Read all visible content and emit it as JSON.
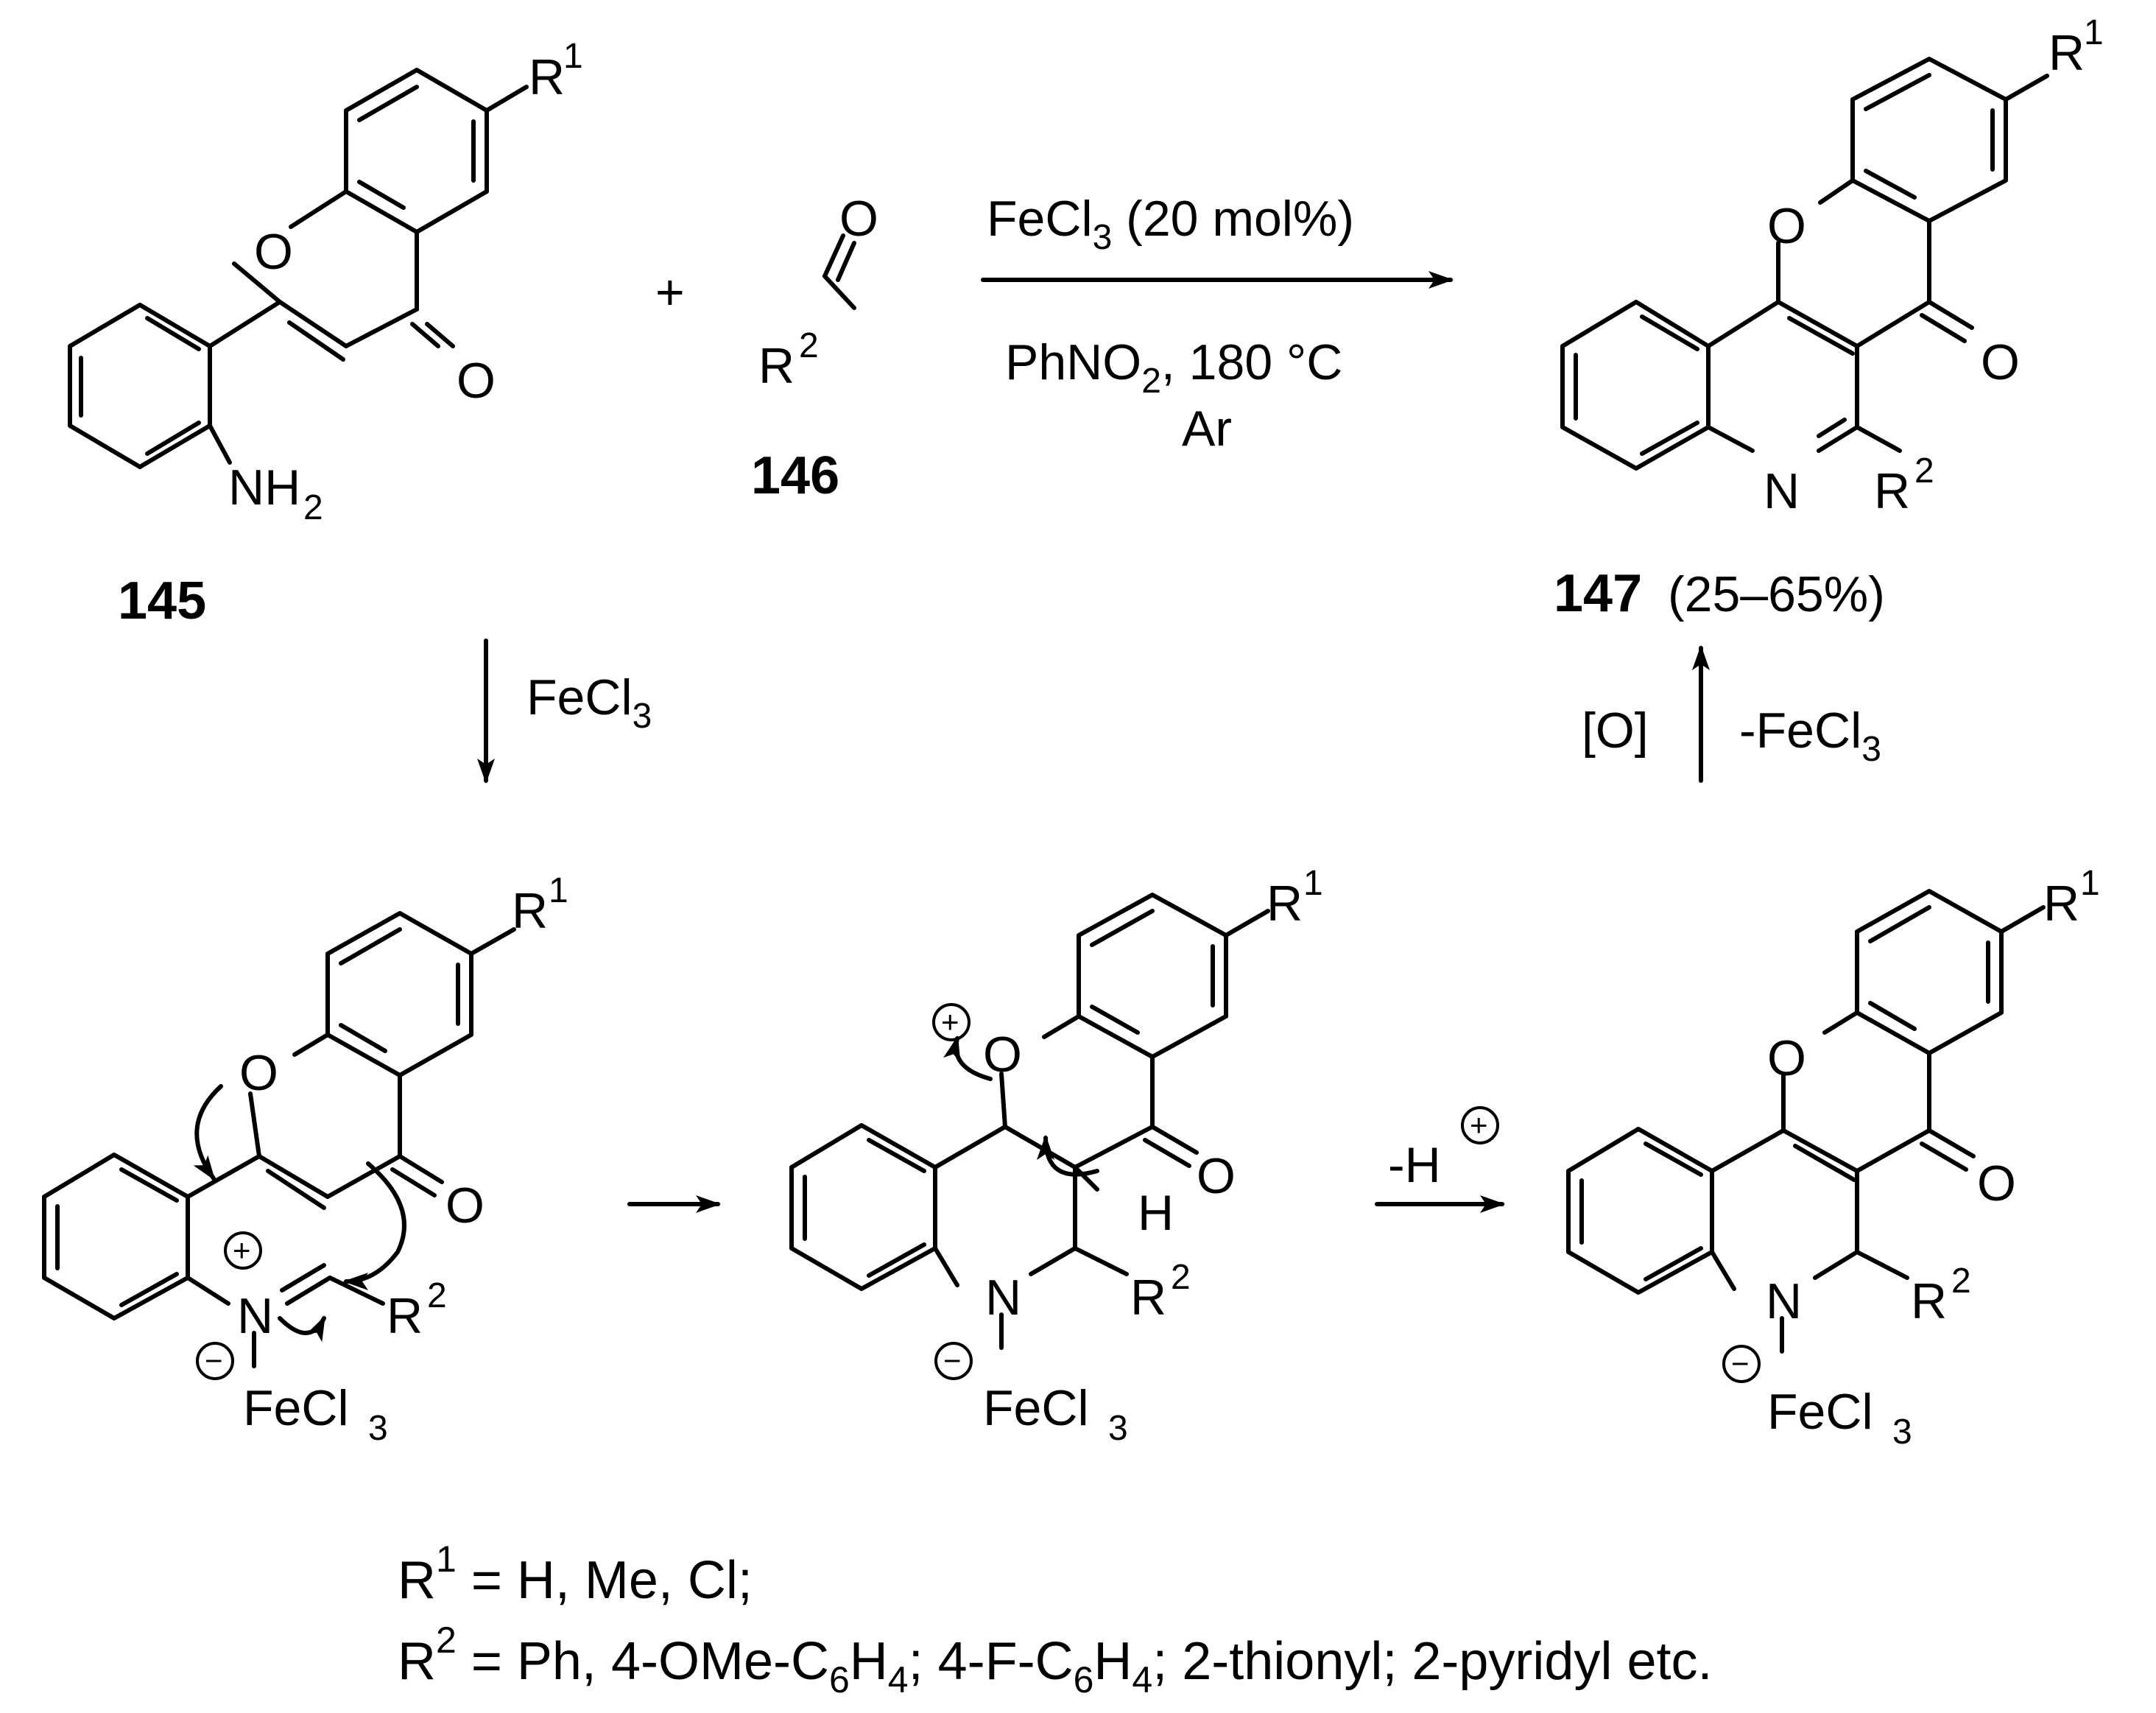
{
  "labels": {
    "r1": "R",
    "r1_sup": "1",
    "r2": "R",
    "r2_sup": "2",
    "o": "O",
    "n": "N",
    "h": "H",
    "nh": "NH",
    "nh_sub": "2",
    "plus": "+",
    "minus": "−",
    "fe": "FeCl",
    "fe_sub": "3"
  },
  "compounds": {
    "c145": "145",
    "c146": "146",
    "c147": "147",
    "c147_yield": "(25–65%)"
  },
  "conditions": {
    "main_top_prefix": "FeCl",
    "main_top_sub": "3",
    "main_top_suffix": " (20 mol%)",
    "main_mid_prefix": "PhNO",
    "main_mid_sub": "2",
    "main_mid_suffix": ", 180 °C",
    "main_bottom": "Ar",
    "down_prefix": "FeCl",
    "down_sub": "3",
    "up_left": "[O]",
    "up_right_prefix": "-FeCl",
    "up_right_sub": "3",
    "deprot": "-H"
  },
  "legend": {
    "r1_line": " = H, Me, Cl;",
    "r2_line_a": " = Ph, 4-OMe-C",
    "r2_sub_6a": "6",
    "r2_line_b": "H",
    "r2_sub_4a": "4",
    "r2_line_c": "; 4-F-C",
    "r2_sub_6b": "6",
    "r2_line_d": "H",
    "r2_sub_4b": "4",
    "r2_line_e": "; 2-thionyl; 2-pyridyl etc."
  }
}
